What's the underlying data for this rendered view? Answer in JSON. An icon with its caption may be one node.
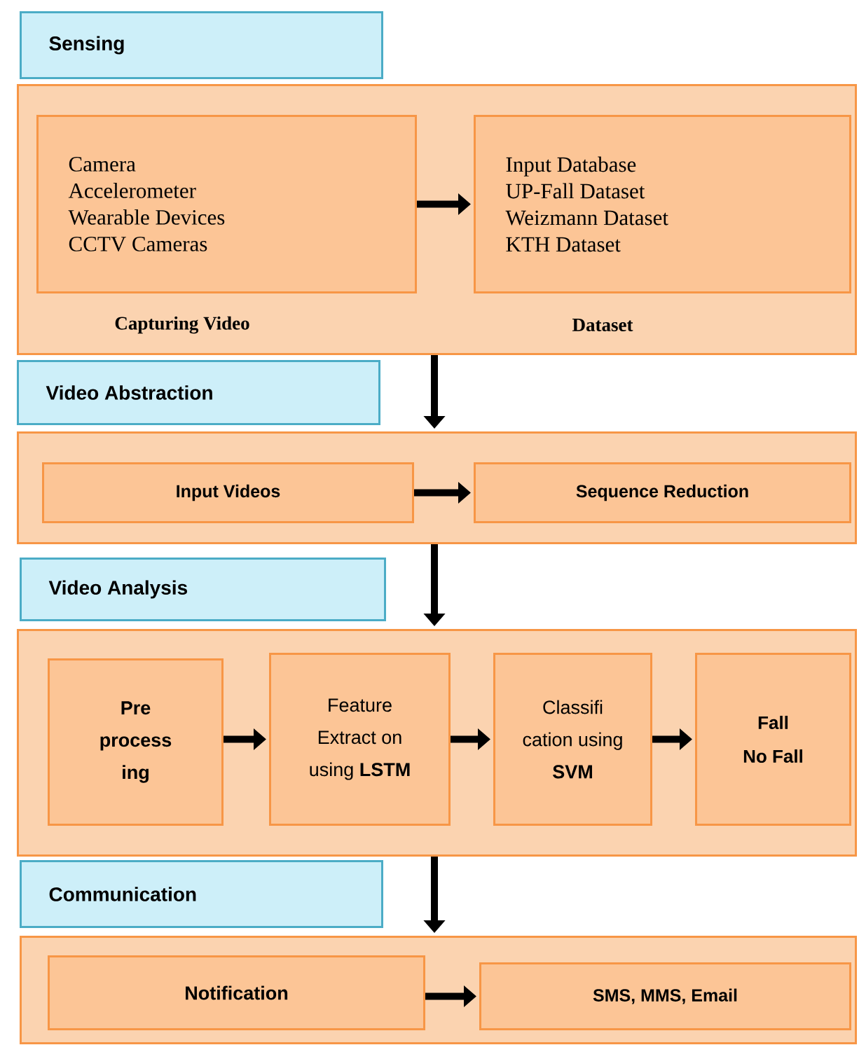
{
  "diagram": {
    "nodes": [
      {
        "text": [
          "Sensing"
        ]
      },
      {
        "text": [],
        "shape": "box"
      },
      {
        "text": [
          "Camera",
          "Accelerometer",
          "Wearable Devices",
          "CCTV Cameras"
        ],
        "in": 1,
        "beside": [
          "Capturing Video"
        ]
      },
      {
        "text": [
          "Input Database",
          "UP-Fall Dataset",
          "Weizmann Dataset",
          "KTH Dataset"
        ],
        "in": 1,
        "beside": [
          "Dataset"
        ]
      },
      {
        "text": [
          "Video Abstraction"
        ]
      },
      {
        "text": [],
        "shape": "box"
      },
      {
        "text": [
          "Input Videos"
        ],
        "in": 5
      },
      {
        "text": [
          "Sequence Reduction"
        ],
        "in": 5
      },
      {
        "text": [
          "Video Analysis"
        ]
      },
      {
        "text": [],
        "shape": "box"
      },
      {
        "text": [
          "Pre process ing"
        ],
        "in": 9
      },
      {
        "text": [
          "Feature Extract on using **LSTM**"
        ],
        "in": 9
      },
      {
        "text": [
          "Classifi cation using **SVM**"
        ],
        "in": 9
      },
      {
        "text": [
          "Fall",
          "No Fall"
        ],
        "in": 9
      },
      {
        "text": [
          "Communication"
        ]
      },
      {
        "text": [],
        "shape": "box"
      },
      {
        "text": [
          "Notification"
        ],
        "in": 15
      },
      {
        "text": [
          "SMS, MMS, Email"
        ],
        "in": 15
      }
    ],
    "edges": [
      {
        "from": 2,
        "to": 3,
        "arrow": "to"
      },
      {
        "from": 1,
        "to": 5,
        "arrow": "to"
      },
      {
        "from": 6,
        "to": 7,
        "arrow": "to"
      },
      {
        "from": 5,
        "to": 9,
        "arrow": "to"
      },
      {
        "from": 10,
        "to": 11,
        "arrow": "to"
      },
      {
        "from": 11,
        "to": 12,
        "arrow": "to"
      },
      {
        "from": 12,
        "to": 13,
        "arrow": "to"
      },
      {
        "from": 9,
        "to": 15,
        "arrow": "to"
      },
      {
        "from": 16,
        "to": 17,
        "arrow": "to"
      }
    ]
  }
}
